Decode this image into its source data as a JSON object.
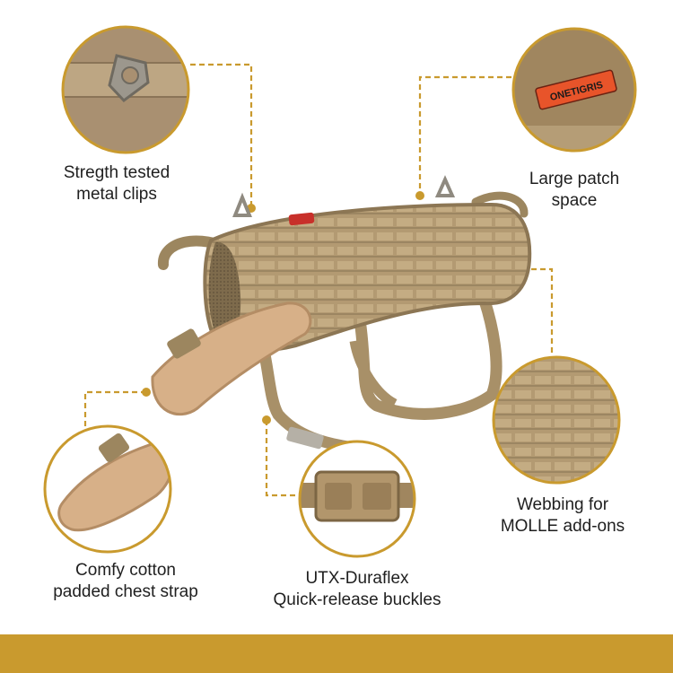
{
  "colors": {
    "accent": "#C99A2E",
    "fabric": "#B8A07A",
    "fabric_dark": "#8E7A58",
    "padding": "#D8B48E",
    "patch": "#E8542A",
    "background": "#FFFFFF",
    "text": "#1F1F1F"
  },
  "patch_text": "ONETIGRIS",
  "callouts": {
    "clips": {
      "line1": "Stregth tested",
      "line2": "metal clips"
    },
    "patch": {
      "line1": "Large patch",
      "line2": "space"
    },
    "webbing": {
      "line1": "Webbing for",
      "line2": "MOLLE add-ons"
    },
    "chest": {
      "line1": "Comfy cotton",
      "line2": "padded chest strap"
    },
    "buckle": {
      "line1": "UTX-Duraflex",
      "line2": "Quick-release buckles"
    }
  }
}
